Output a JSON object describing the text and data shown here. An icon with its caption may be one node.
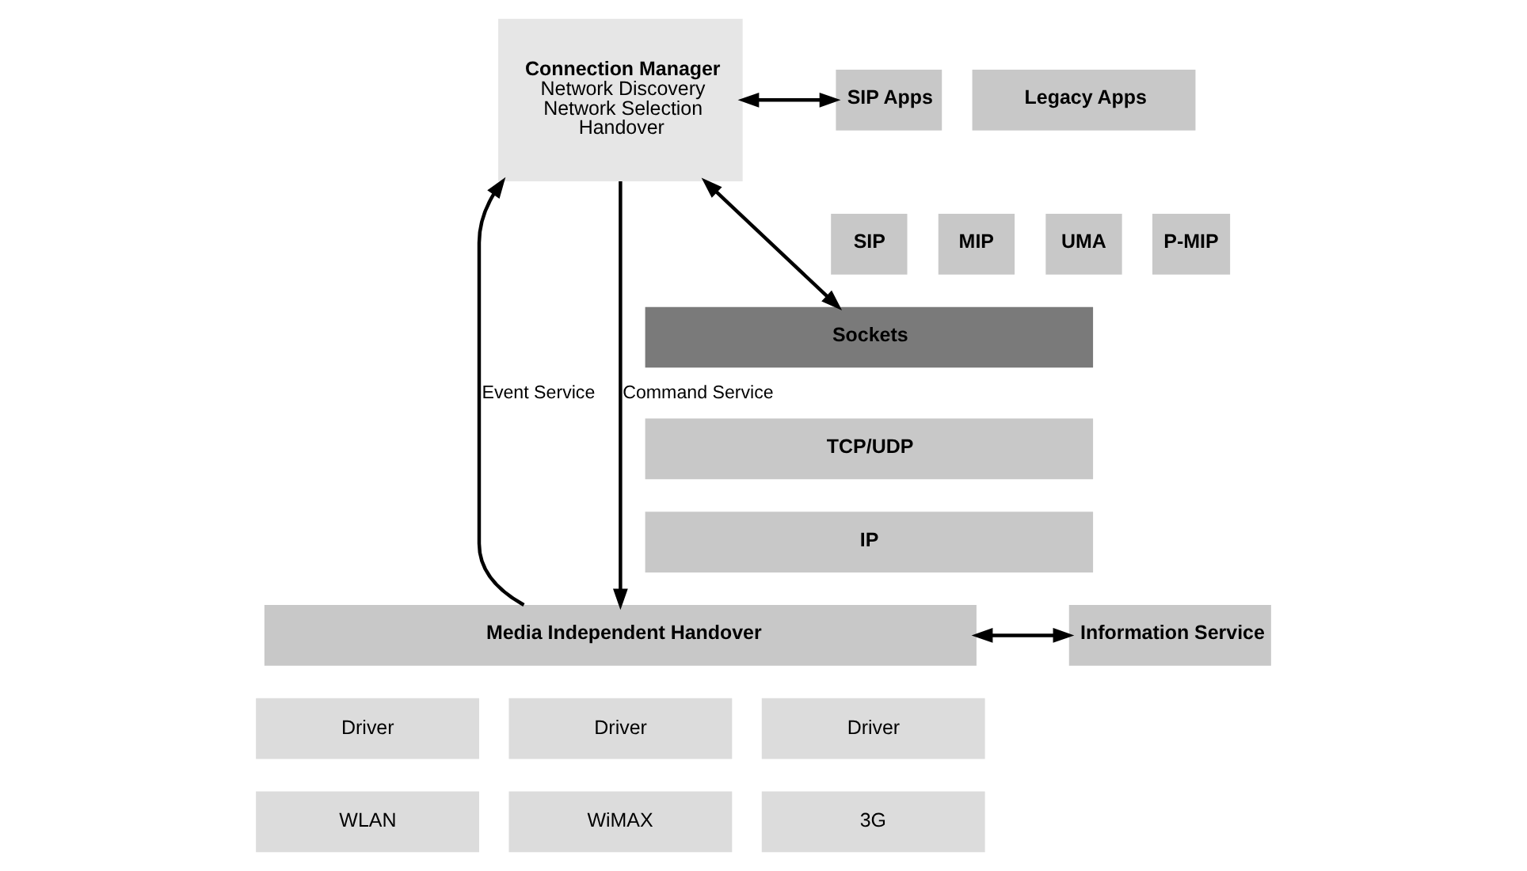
{
  "diagram": {
    "nodes": [
      {
        "text": [
          "Connection Manager",
          "Network Discovery",
          "Network Selection",
          "Handover"
        ]
      },
      {
        "text": [
          "SIP Apps"
        ]
      },
      {
        "text": [
          "Legacy Apps"
        ]
      },
      {
        "text": [
          "SIP"
        ]
      },
      {
        "text": [
          "MIP"
        ]
      },
      {
        "text": [
          "UMA"
        ]
      },
      {
        "text": [
          "P-MIP"
        ]
      },
      {
        "text": [
          "Sockets"
        ]
      },
      {
        "text": [
          "TCP/UDP"
        ]
      },
      {
        "text": [
          "IP"
        ]
      },
      {
        "text": [
          "Media Independent Handover"
        ]
      },
      {
        "text": [
          "Information Service"
        ]
      },
      {
        "text": [
          "Driver"
        ]
      },
      {
        "text": [
          "Driver"
        ]
      },
      {
        "text": [
          "Driver"
        ]
      },
      {
        "text": [
          "WLAN"
        ]
      },
      {
        "text": [
          "WiMAX"
        ]
      },
      {
        "text": [
          "3G"
        ]
      }
    ],
    "edges": [
      {
        "from": 0,
        "to": 1,
        "arrow": "both"
      },
      {
        "from": 0,
        "to": 7,
        "arrow": "both"
      },
      {
        "from": 0,
        "to": 10,
        "arrow": "to",
        "label": "Command Service"
      },
      {
        "from": 10,
        "to": 0,
        "arrow": "to",
        "label": "Event Service"
      },
      {
        "from": 10,
        "to": 11,
        "arrow": "both"
      }
    ]
  }
}
